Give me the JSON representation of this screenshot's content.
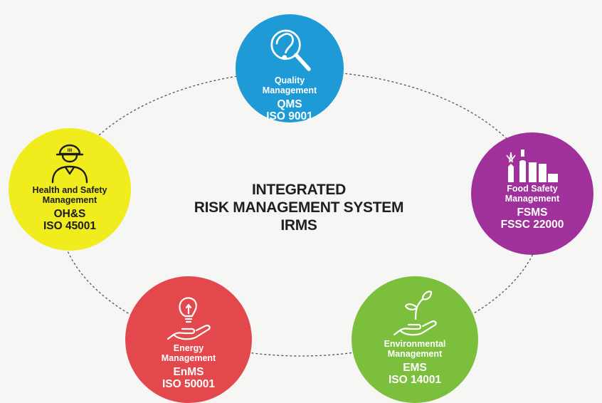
{
  "title": {
    "line1": "INTEGRATED",
    "line2": "RISK MANAGEMENT SYSTEM",
    "line3": "IRMS"
  },
  "nodes": [
    {
      "id": "qms",
      "icon": "magnifier-q-icon",
      "name": "Quality\nManagement",
      "code": "QMS\nISO 9001",
      "color": "#1e9ad6"
    },
    {
      "id": "ohs",
      "icon": "worker-helmet-icon",
      "name": "Health and Safety\nManagement",
      "code": "OH&S\nISO 45001",
      "color": "#f0ec1e"
    },
    {
      "id": "fsms",
      "icon": "food-containers-icon",
      "name": "Food Safety\nManagement",
      "code": "FSMS\nFSSC 22000",
      "color": "#a0309a"
    },
    {
      "id": "enms",
      "icon": "lightbulb-hand-icon",
      "name": "Energy\nManagement",
      "code": "EnMS\nISO 50001",
      "color": "#e3484c"
    },
    {
      "id": "ems",
      "icon": "sprout-hand-icon",
      "name": "Environmental\nManagement",
      "code": "EMS\nISO 14001",
      "color": "#7bbf3c"
    }
  ],
  "connector_style": "dashed-ellipse",
  "connector_color": "#555555"
}
